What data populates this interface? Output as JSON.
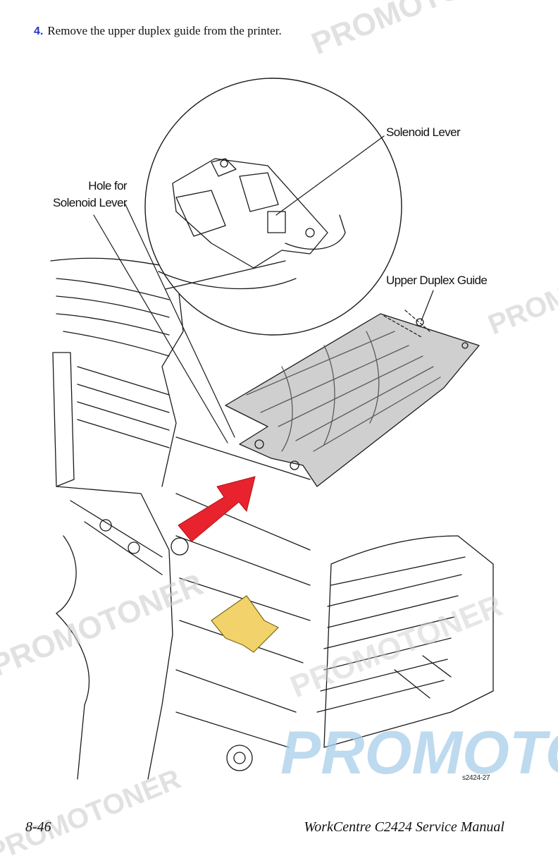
{
  "step": {
    "number": "4.",
    "text": "Remove the upper duplex guide from the printer."
  },
  "callouts": {
    "solenoid_lever": "Solenoid Lever",
    "hole_line1": "Hole for",
    "hole_line2": "Solenoid Lever",
    "upper_duplex_guide": "Upper Duplex Guide"
  },
  "figure_id": "s2424-27",
  "footer": {
    "page_number": "8-46",
    "manual_title": "WorkCentre C2424 Service Manual"
  },
  "watermark": {
    "text": "PROMOTONER"
  },
  "colors": {
    "step_number": "#2333c8",
    "arrow": "#e8232e",
    "highlight_part": "#f2d36b",
    "watermark_gray": "#c8c8c8",
    "watermark_blue": "#a8cdea"
  }
}
